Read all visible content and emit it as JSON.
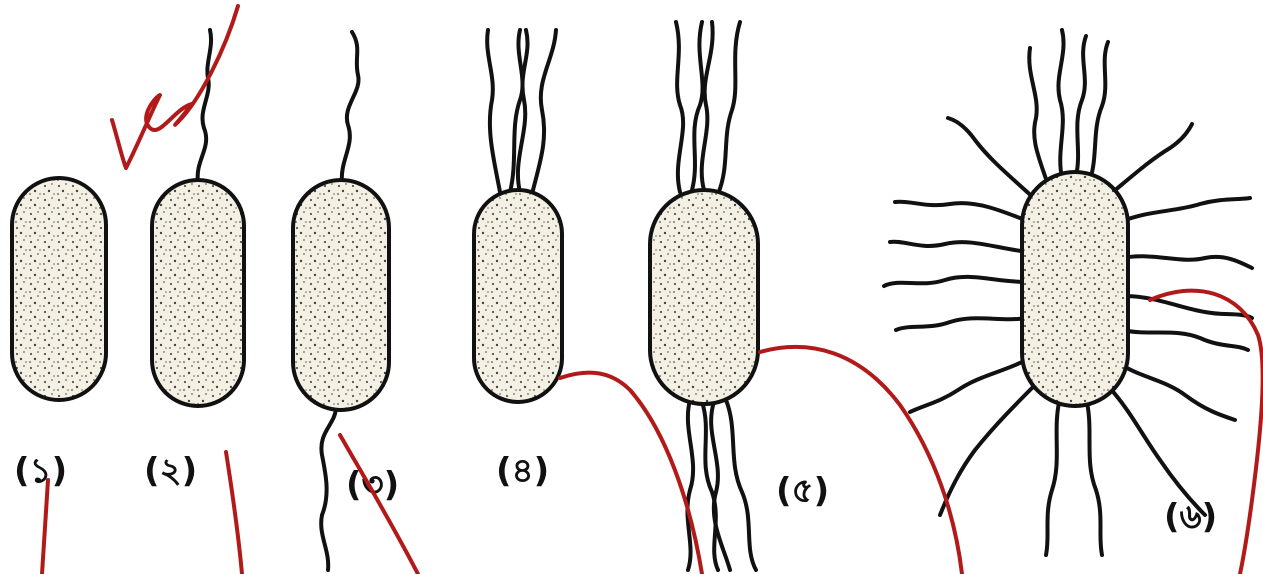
{
  "labels": {
    "b1": "(১)",
    "b2": "(২)",
    "b3": "(৩)",
    "b4": "(৪)",
    "b5": "(৫)",
    "b6": "(৬)"
  },
  "colors": {
    "ink": "#111111",
    "cell_fill": "#f4f1e4",
    "dots": "#555555",
    "annotation": "#b21a1a"
  },
  "icons": {
    "cell": "rod-bacterium",
    "flagellum": "wavy-line",
    "annotation": "red-pen-stroke"
  }
}
